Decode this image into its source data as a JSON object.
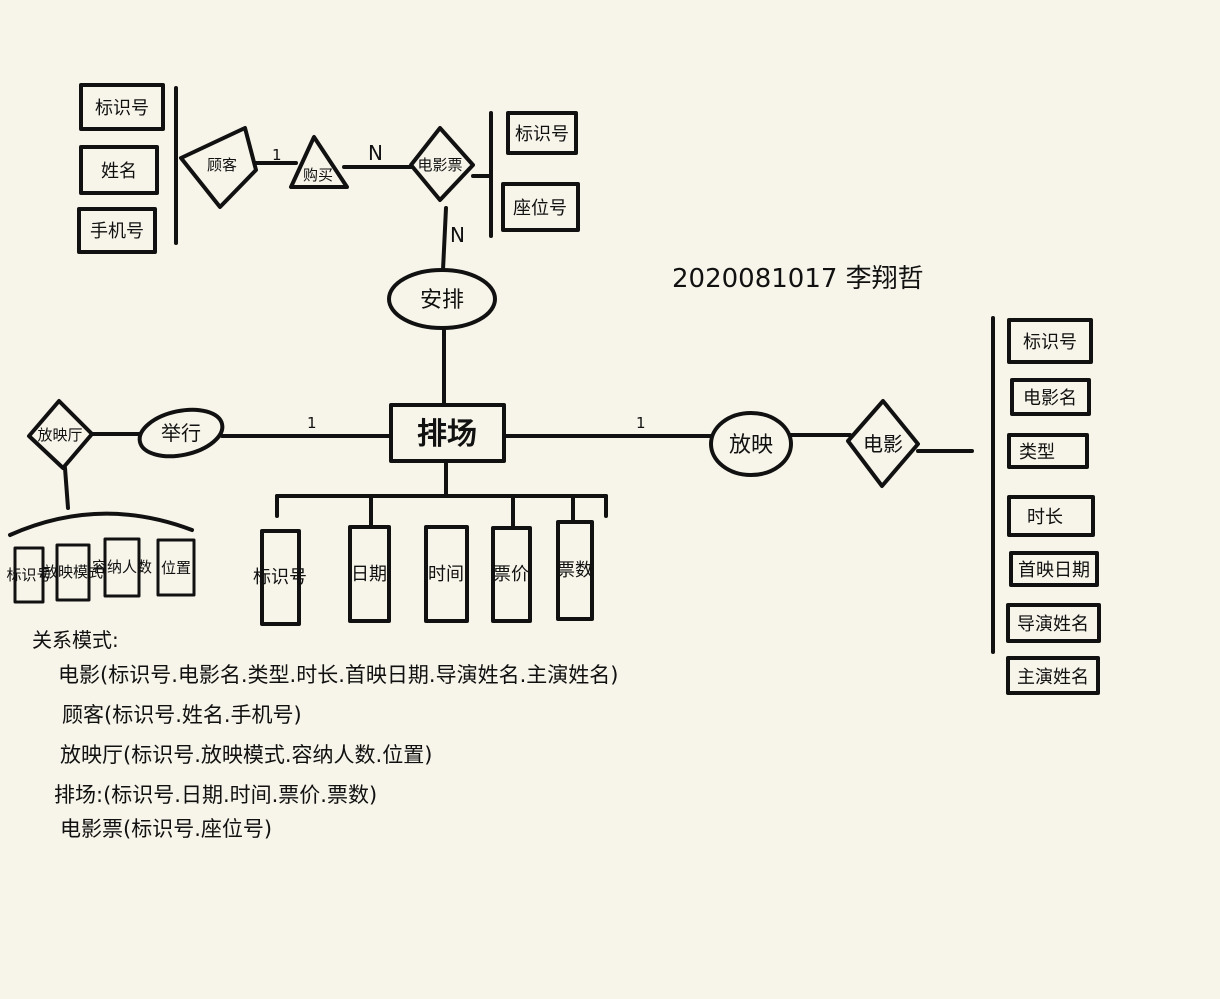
{
  "signature": "2020081017 李翔哲",
  "entities": {
    "customer": "顾客",
    "ticket": "电影票",
    "screening": "排场",
    "hall": "放映厅",
    "movie": "电影"
  },
  "relationships": {
    "purchase": "购买",
    "arrange": "安排",
    "hold": "举行",
    "show": "放映"
  },
  "cardinalities": {
    "customer_purchase": "1",
    "purchase_ticket": "N",
    "ticket_arrange": "N",
    "hold_screening": "1",
    "screening_show": "1"
  },
  "customer_attrs": [
    "标识号",
    "姓名",
    "手机号"
  ],
  "ticket_attrs": [
    "标识号",
    "座位号"
  ],
  "hall_attrs": [
    "标识号",
    "放映模式",
    "容纳人数",
    "位置"
  ],
  "screening_attrs": [
    "标识号",
    "日期",
    "时间",
    "票价",
    "票数"
  ],
  "movie_attrs": [
    "标识号",
    "电影名",
    "类型",
    "时长",
    "首映日期",
    "导演姓名",
    "主演姓名"
  ],
  "notes": {
    "heading": "关系模式:",
    "relations": [
      "电影(标识号.电影名.类型.时长.首映日期.导演姓名.主演姓名)",
      "顾客(标识号.姓名.手机号)",
      "放映厅(标识号.放映模式.容纳人数.位置)",
      "排场:(标识号.日期.时间.票价.票数)",
      "电影票(标识号.座位号)"
    ]
  }
}
